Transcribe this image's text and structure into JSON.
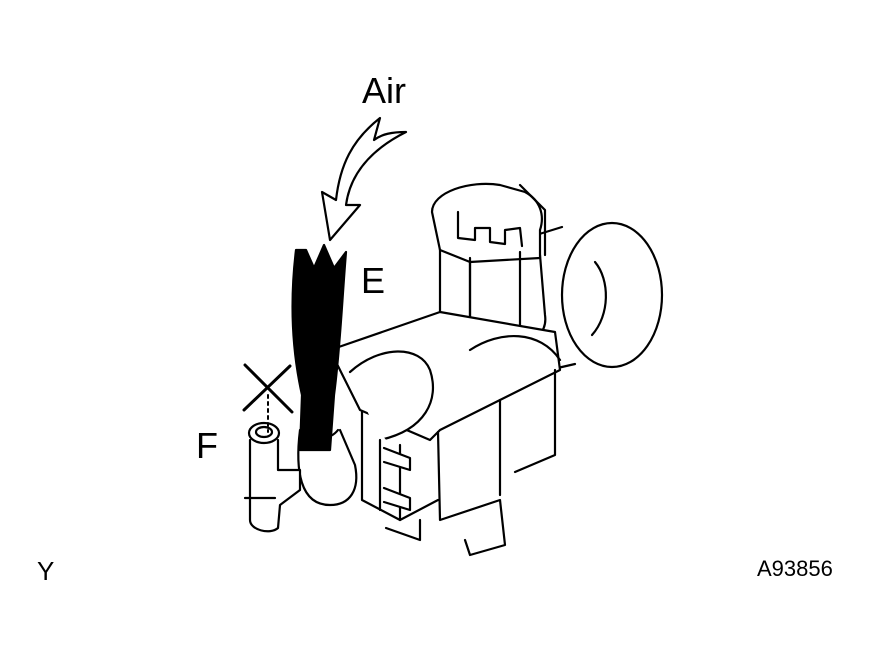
{
  "labels": {
    "air": "Air",
    "port_e": "E",
    "port_f": "F",
    "corner_mark": "Y",
    "figure_code": "A93856"
  },
  "colors": {
    "line": "#000000",
    "background": "#ffffff"
  },
  "icons": {
    "flow_arrow": "curved-arrow-icon",
    "blocked_marker": "x-mark-icon"
  }
}
